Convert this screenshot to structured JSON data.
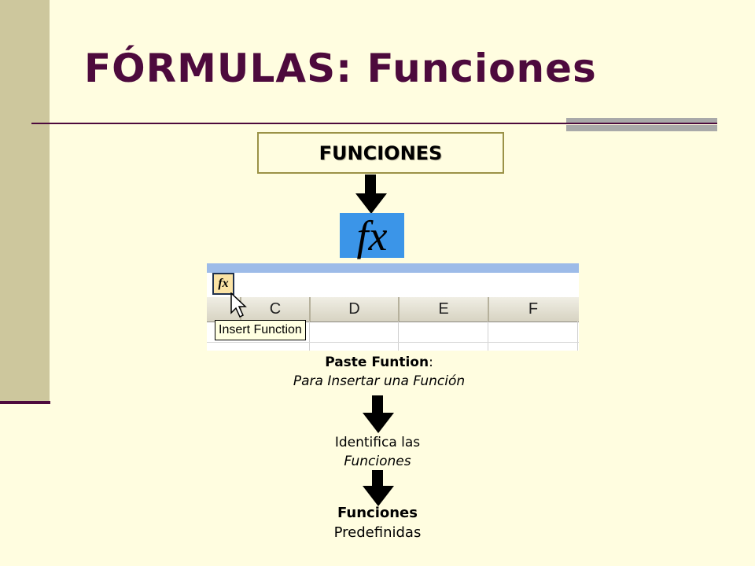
{
  "slide": {
    "title": "FÓRMULAS: Funciones",
    "accent_color": "#4d0a3d",
    "background_color": "#fffde0"
  },
  "diagram": {
    "funciones_box_label": "FUNCIONES",
    "fx_symbol": "fx",
    "fx_color": "#3b95e8",
    "excel": {
      "fx_button": "fx",
      "columns": [
        "C",
        "D",
        "E",
        "F"
      ],
      "tooltip": "Insert Function"
    },
    "paste_caption": {
      "bold": "Paste Funtion",
      "colon": ":",
      "italic": "Para Insertar una Función"
    },
    "identify_caption": {
      "line1": "Identifica las",
      "line2": "Funciones"
    },
    "predefined_caption": {
      "line1": "Funciones",
      "line2": "Predefinidas"
    }
  }
}
